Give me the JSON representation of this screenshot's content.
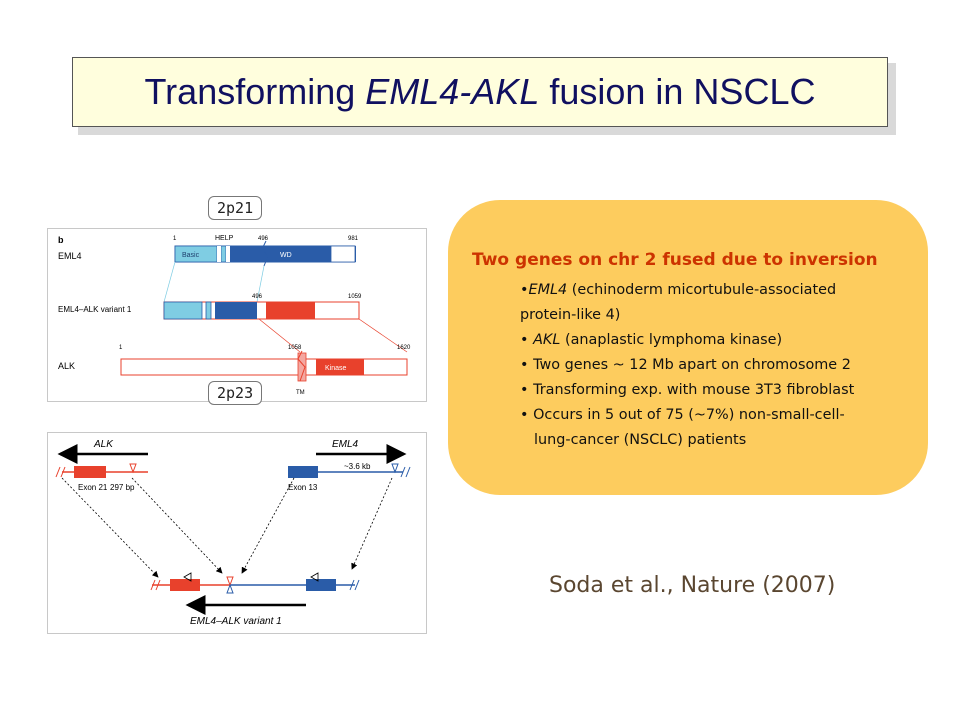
{
  "title": {
    "before": "Transforming ",
    "italic": "EML4-AKL",
    "after": " fusion in NSCLC"
  },
  "labels": {
    "top": "2p21",
    "bottom": "2p23"
  },
  "panel_b": {
    "letter": "b",
    "rows": [
      {
        "name": "EML4",
        "left_num": "1",
        "right_num": "981",
        "domain_help": "HELP",
        "domain_basic": "Basic",
        "domain_wd": "WD",
        "break_num": "496"
      },
      {
        "name": "EML4–ALK variant 1",
        "break_num": "496",
        "right_num": "1059"
      },
      {
        "name": "ALK",
        "left_num": "1",
        "break_num": "1058",
        "right_num": "1620",
        "domain_kinase": "Kinase",
        "tm": "TM"
      }
    ]
  },
  "panel_c": {
    "alk": "ALK",
    "eml4": "EML4",
    "exon21": "Exon 21",
    "bp": "297 bp",
    "exon13": "Exon 13",
    "kb": "~3.6 kb",
    "fusion": "EML4–ALK variant 1"
  },
  "card": {
    "heading": "Two genes on chr 2 fused due to inversion",
    "bullets": [
      {
        "glyph": "•",
        "italic": "EML4",
        "rest": " (echinoderm micortubule-associated"
      },
      {
        "glyph": "",
        "italic": "",
        "rest": "protein-like 4)"
      },
      {
        "glyph": "•",
        "italic": "AKL",
        "rest": " (anaplastic lymphoma kinase)"
      },
      {
        "glyph": "•",
        "italic": "",
        "rest": "Two genes ~ 12 Mb apart on chromosome 2"
      },
      {
        "glyph": "•",
        "italic": "",
        "rest": "Transforming exp. with mouse 3T3 fibroblast"
      },
      {
        "glyph": "•",
        "italic": "",
        "rest": "Occurs in 5 out of 75 (~7%) non-small-cell-"
      },
      {
        "glyph": "",
        "italic": "",
        "rest": "lung-cancer (NSCLC) patients"
      }
    ]
  },
  "citation": "Soda et al., Nature (2007)",
  "colors": {
    "red": "#e8412c",
    "blue": "#2a5ca8",
    "lightblue": "#7fcde3",
    "card": "#fdcc5e",
    "title_text": "#101060"
  }
}
